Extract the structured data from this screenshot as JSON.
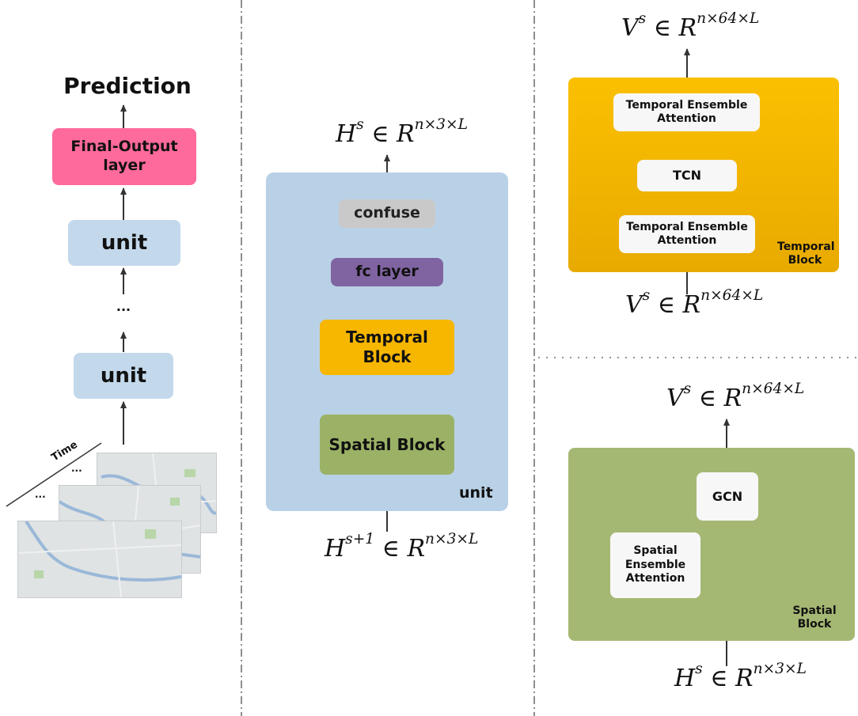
{
  "left": {
    "prediction": "Prediction",
    "final_output": "Final-Output\nlayer",
    "unit_top": "unit",
    "ellipsis": "...",
    "unit_bottom": "unit",
    "time_label": "Time",
    "dots_a": "...",
    "dots_b": "..."
  },
  "middle": {
    "output": {
      "base": "H",
      "sup": "s",
      "rel": "∈",
      "set": "R",
      "set_sup": "n×3×L"
    },
    "confuse": "confuse",
    "fc_layer": "fc layer",
    "temporal_block": "Temporal\nBlock",
    "spatial_block": "Spatial Block",
    "unit_label": "unit",
    "input": {
      "base": "H",
      "sup": "s+1",
      "rel": "∈",
      "set": "R",
      "set_sup": "n×3×L"
    }
  },
  "temporal": {
    "output": {
      "base": "V",
      "sup": "s",
      "rel": "∈",
      "set": "R",
      "set_sup": "n×64×L"
    },
    "attention_top": "Temporal Ensemble\nAttention",
    "tcn": "TCN",
    "attention_bottom": "Temporal Ensemble\nAttention",
    "panel_label": "Temporal\nBlock",
    "input": {
      "base": "V",
      "sup": "s",
      "rel": "∈",
      "set": "R",
      "set_sup": "n×64×L"
    }
  },
  "spatial": {
    "output": {
      "base": "V",
      "sup": "s",
      "rel": "∈",
      "set": "R",
      "set_sup": "n×64×L"
    },
    "gcn": "GCN",
    "attention": "Spatial\nEnsemble\nAttention",
    "panel_label": "Spatial\nBlock",
    "input": {
      "base": "H",
      "sup": "s",
      "rel": "∈",
      "set": "R",
      "set_sup": "n×3×L"
    }
  },
  "colors": {
    "pink": "#ff6a9c",
    "light_blue": "#c3d8eb",
    "unit_panel": "#b9d1e6",
    "gray": "#c9c9c9",
    "purple": "#8064a2",
    "orange": "#f7b600",
    "green": "#9bb266",
    "yellow_panel": "#f5b800",
    "green_panel": "#a5b873"
  }
}
